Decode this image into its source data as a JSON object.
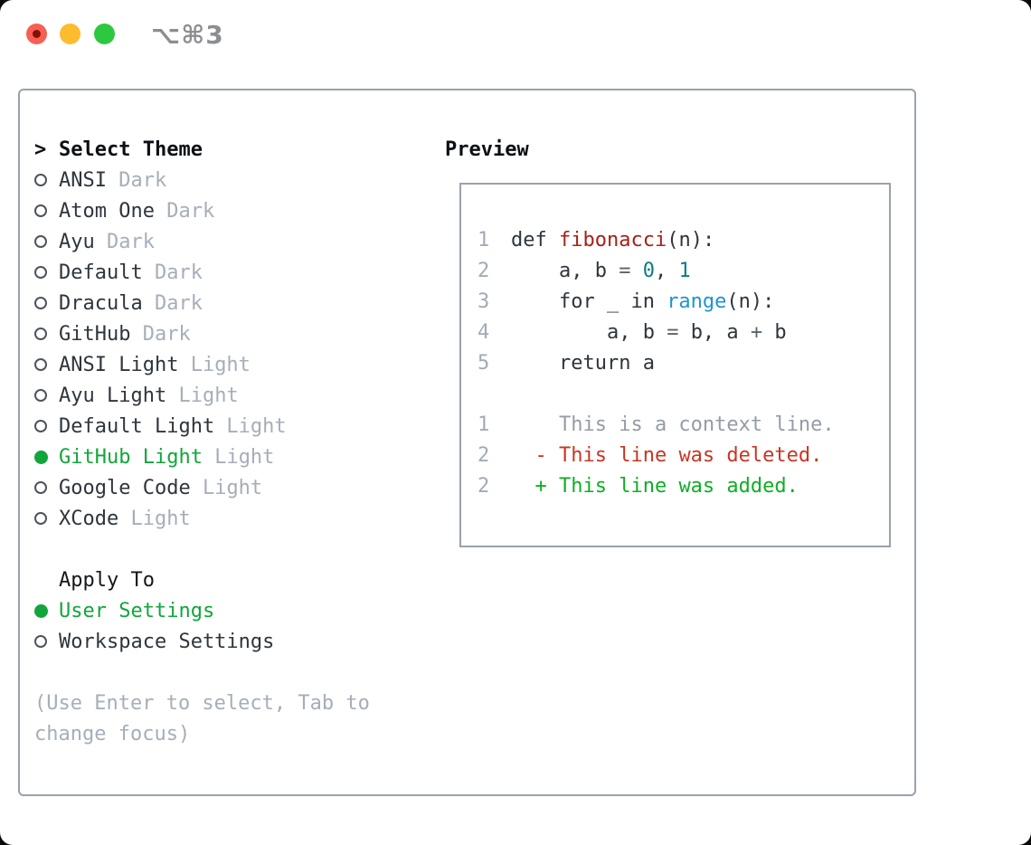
{
  "window": {
    "title": "⌥⌘3",
    "traffic_lights": [
      "close",
      "minimize",
      "zoom"
    ]
  },
  "colors": {
    "accent_green": "#12a63a",
    "added_green": "#0fae26",
    "deleted_red": "#c93522",
    "function_red": "#a92019",
    "number_teal": "#0a7d80",
    "builtin_blue": "#1b95d4",
    "muted_gray": "#a6aeb9",
    "text_dark": "#2e353c",
    "border_gray": "#99a1ab"
  },
  "theme_picker": {
    "header": {
      "marker": ">",
      "label": "Select Theme"
    },
    "themes": [
      {
        "name": "ANSI",
        "variant": "Dark",
        "selected": false
      },
      {
        "name": "Atom One",
        "variant": "Dark",
        "selected": false
      },
      {
        "name": "Ayu",
        "variant": "Dark",
        "selected": false
      },
      {
        "name": "Default",
        "variant": "Dark",
        "selected": false
      },
      {
        "name": "Dracula",
        "variant": "Dark",
        "selected": false
      },
      {
        "name": "GitHub",
        "variant": "Dark",
        "selected": false
      },
      {
        "name": "ANSI Light",
        "variant": "Light",
        "selected": false
      },
      {
        "name": "Ayu Light",
        "variant": "Light",
        "selected": false
      },
      {
        "name": "Default Light",
        "variant": "Light",
        "selected": false
      },
      {
        "name": "GitHub Light",
        "variant": "Light",
        "selected": true
      },
      {
        "name": "Google Code",
        "variant": "Light",
        "selected": false
      },
      {
        "name": "XCode",
        "variant": "Light",
        "selected": false
      }
    ],
    "apply_to": {
      "label": "Apply To",
      "options": [
        {
          "name": "User Settings",
          "selected": true
        },
        {
          "name": "Workspace Settings",
          "selected": false
        }
      ]
    },
    "hint_lines": [
      "(Use Enter to select, Tab to",
      "change focus)"
    ]
  },
  "preview": {
    "label": "Preview",
    "lines": [
      {
        "num": "1",
        "tokens": [
          {
            "t": "def ",
            "c": "code"
          },
          {
            "t": "fibonacci",
            "c": "func"
          },
          {
            "t": "(n):",
            "c": "code"
          }
        ]
      },
      {
        "num": "2",
        "tokens": [
          {
            "t": "    a, b ",
            "c": "code"
          },
          {
            "t": "= ",
            "c": "op"
          },
          {
            "t": "0",
            "c": "num"
          },
          {
            "t": ", ",
            "c": "code"
          },
          {
            "t": "1",
            "c": "num"
          }
        ]
      },
      {
        "num": "3",
        "tokens": [
          {
            "t": "    for _ in ",
            "c": "code"
          },
          {
            "t": "range",
            "c": "blue"
          },
          {
            "t": "(n):",
            "c": "code"
          }
        ]
      },
      {
        "num": "4",
        "tokens": [
          {
            "t": "        a, b ",
            "c": "code"
          },
          {
            "t": "= ",
            "c": "op"
          },
          {
            "t": "b, a ",
            "c": "code"
          },
          {
            "t": "+",
            "c": "op"
          },
          {
            "t": " b",
            "c": "code"
          }
        ]
      },
      {
        "num": "5",
        "tokens": [
          {
            "t": "    return a",
            "c": "code"
          }
        ]
      },
      {
        "num": "",
        "tokens": []
      },
      {
        "num": "1",
        "tokens": [
          {
            "t": "    This is a context line.",
            "c": "context"
          }
        ]
      },
      {
        "num": "2",
        "tokens": [
          {
            "t": "  ",
            "c": "code"
          },
          {
            "t": "- This line was deleted.",
            "c": "deleted"
          }
        ]
      },
      {
        "num": "2",
        "tokens": [
          {
            "t": "  ",
            "c": "code"
          },
          {
            "t": "+ This line was added.",
            "c": "added"
          }
        ]
      }
    ]
  }
}
